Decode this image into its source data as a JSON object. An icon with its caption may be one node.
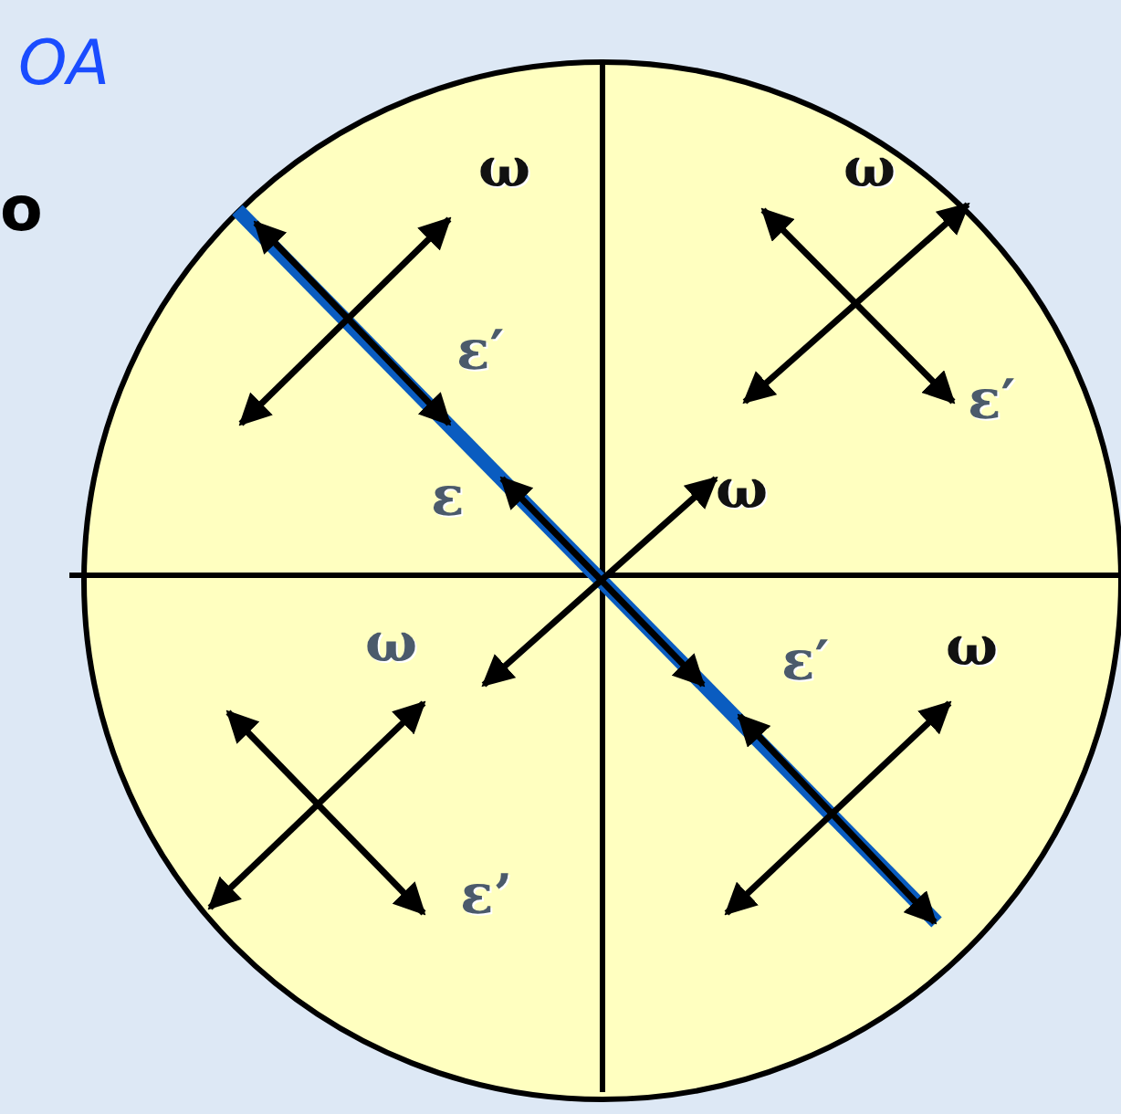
{
  "diagram": {
    "labels": [
      "OA",
      "o",
      "ω",
      "ω",
      "ε′",
      "ε′",
      "ε",
      "ω",
      "ω",
      "ε′",
      "ω",
      "ε’"
    ]
  }
}
